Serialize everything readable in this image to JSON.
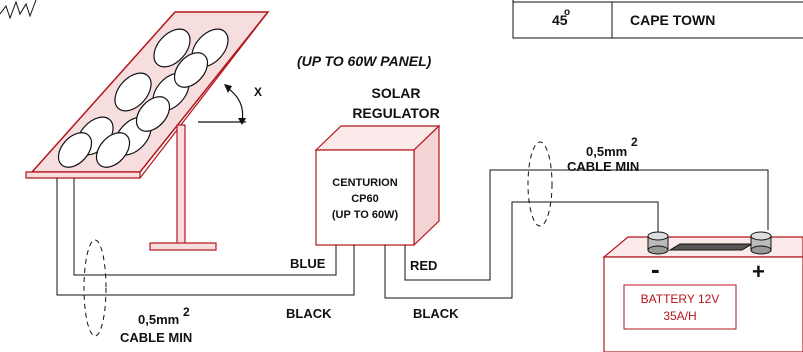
{
  "table": {
    "angle": "45",
    "degree_mark": "o",
    "city": "CAPE TOWN"
  },
  "panel_note": "(UP TO 60W PANEL)",
  "tilt_label": "X",
  "regulator": {
    "heading_line1": "SOLAR",
    "heading_line2": "REGULATOR",
    "line1": "CENTURION",
    "line2": "CP60",
    "line3": "(UP TO 60W)"
  },
  "wires": {
    "blue": "BLUE",
    "red": "RED",
    "black_left": "BLACK",
    "black_right": "BLACK"
  },
  "cable_right": {
    "line1": "0,5mm",
    "sup": "2",
    "line2": "CABLE MIN"
  },
  "cable_left": {
    "line1": "0,5mm",
    "sup": "2",
    "line2": "CABLE MIN"
  },
  "battery": {
    "minus": "-",
    "plus": "+",
    "line1": "BATTERY 12V",
    "line2": "35A/H"
  },
  "colors": {
    "outline": "#b3161c",
    "panel_fill": "#f6dede",
    "ink": "#111111"
  }
}
